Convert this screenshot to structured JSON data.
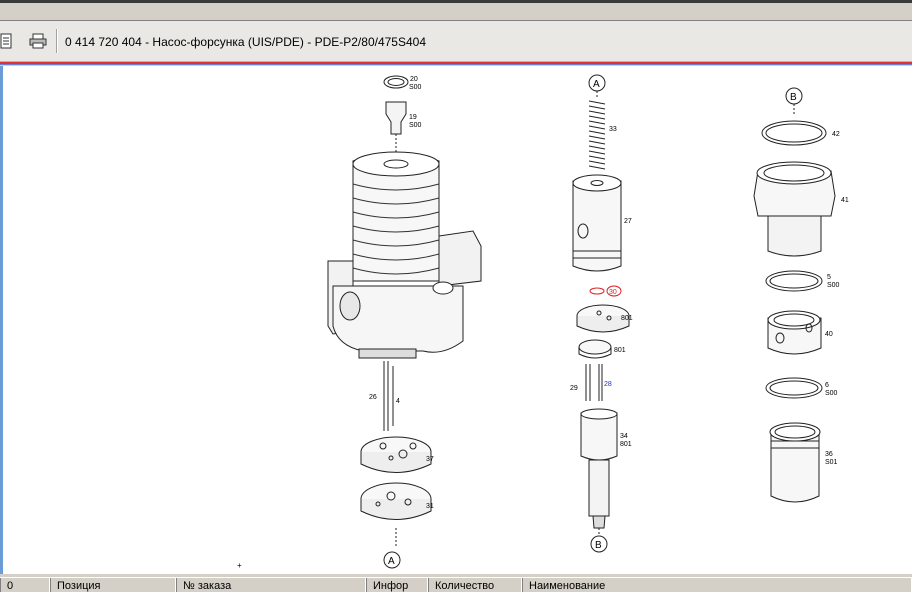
{
  "toolbar": {
    "doc_icon": "document-icon",
    "print_icon": "printer-icon",
    "title": "0 414 720 404 - Насос-форсунка (UIS/PDE) - PDE-P2/80/475S404"
  },
  "diagram": {
    "labels_left": {
      "p20": "20",
      "p20b": "S00",
      "p19": "19",
      "p19b": "S00",
      "p26": "26",
      "p4": "4",
      "p37": "37",
      "p31": "31",
      "markA": "A"
    },
    "labels_middle": {
      "markA": "A",
      "p33": "33",
      "p27": "27",
      "p30": "30",
      "p801a": "801",
      "p801b": "801",
      "p29": "29",
      "p28": "28",
      "p34": "34",
      "p34b": "801",
      "markB": "B"
    },
    "labels_right": {
      "markB": "B",
      "p42": "42",
      "p41": "41",
      "p5": "5",
      "p5b": "S00",
      "p40": "40",
      "p6": "6",
      "p6b": "S00",
      "p36": "36",
      "p36b": "S01"
    },
    "colors": {
      "highlight": "#e02020",
      "link": "#2030c0"
    }
  },
  "table": {
    "columns": [
      "0",
      "Позиция",
      "№ заказа",
      "Инфор",
      "Количество",
      "Наименование"
    ]
  }
}
